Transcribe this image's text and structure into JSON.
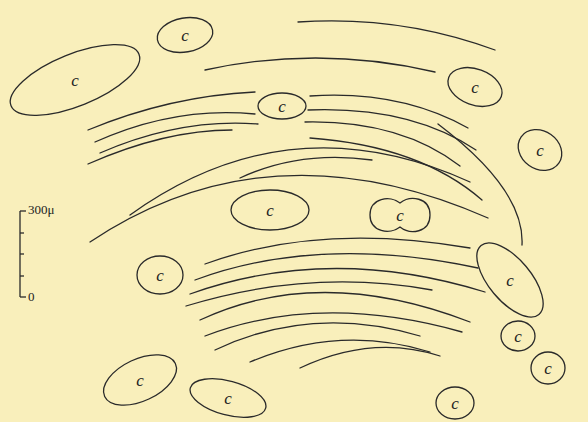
{
  "diagram": {
    "nodes": [
      {
        "text": [
          "c"
        ]
      },
      {
        "text": [
          "c"
        ]
      },
      {
        "text": [
          "c"
        ]
      },
      {
        "text": [
          "c"
        ]
      },
      {
        "text": [
          "c"
        ]
      },
      {
        "text": [
          "c"
        ]
      },
      {
        "text": [
          "c"
        ]
      },
      {
        "text": [
          "c"
        ]
      },
      {
        "text": [
          "c"
        ]
      },
      {
        "text": [
          "c"
        ]
      },
      {
        "text": [
          "c"
        ]
      },
      {
        "text": [
          "c"
        ]
      },
      {
        "text": [
          "c"
        ]
      },
      {
        "text": [
          "c"
        ]
      }
    ],
    "labels": [
      "300μ",
      "0"
    ]
  }
}
